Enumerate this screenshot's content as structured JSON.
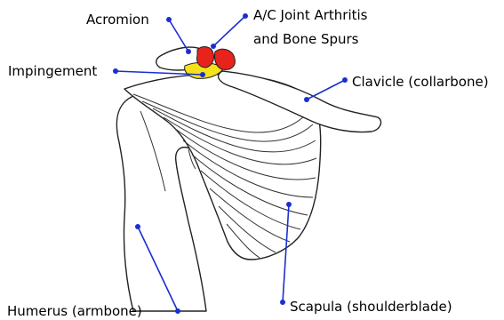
{
  "labels": {
    "acromion": "Acromion",
    "ac_joint_line1": "A/C Joint Arthritis",
    "ac_joint_line2": "and Bone Spurs",
    "impingement": "Impingement",
    "clavicle": "Clavicle (collarbone)",
    "humerus": "Humerus (armbone)",
    "scapula": "Scapula (shoulderblade)"
  },
  "colors": {
    "leader": "#1a2fd0",
    "bone_spur": "#e8231c",
    "impingement": "#f5e21a",
    "outline": "#222222"
  }
}
